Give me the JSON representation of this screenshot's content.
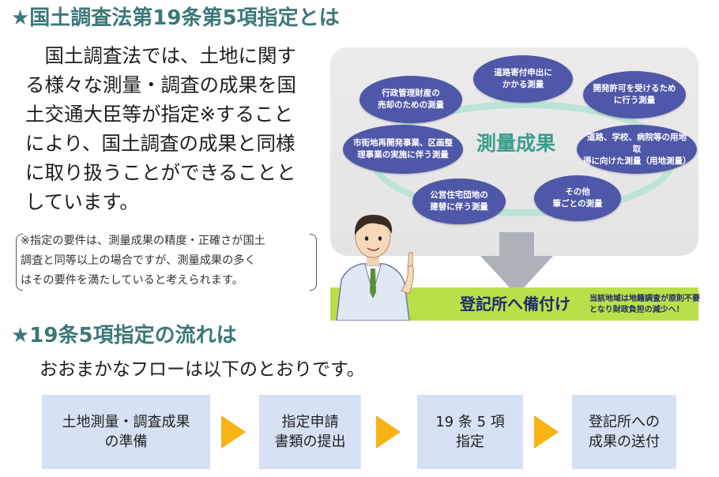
{
  "heading1": "★国土調査法第19条第5項指定とは",
  "intro_lines": [
    "　国土調査法では、土地に関す",
    "る様々な測量・調査の成果を国",
    "土交通大臣等が指定※すること",
    "により、国土調査の成果と同様",
    "に取り扱うことができることと",
    "しています。"
  ],
  "note_lines": [
    "※指定の要件は、測量成果の精度・正確さが国土",
    "調査と同等以上の場合ですが、測量成果の多く",
    "はその要件を満たしていると考えられます。"
  ],
  "heading2": "★19条5項指定の流れは",
  "subtext": "おおまかなフローは以下のとおりです。",
  "illustration": {
    "center": "測量成果",
    "bubbles": [
      "道路寄付申出に\nかかる測量",
      "行政管理財産の\n売却のための測量",
      "開発許可を受けるため\nに行う測量",
      "市街地再開発事業、区画整\n理事業の実施に伴う測量",
      "道路、学校、病院等の用地取\n得に向けた測量（用地測量）",
      "公営住宅団地の\n建替に伴う測量",
      "その他\n筆ごとの測量"
    ],
    "bar_label": "登記所へ備付け",
    "bar_note_lines": [
      "当該地域は地籍調査が原則不要",
      "となり財政負担の減少へ！"
    ]
  },
  "flow": [
    "土地測量・調査成果\nの準備",
    "指定申請\n書類の提出",
    "19 条 5 項\n指定",
    "登記所への\n成果の送付"
  ],
  "colors": {
    "heading": "#3d7878",
    "bubble": "#4f57a8",
    "ring": "#bde3d8",
    "bar": "#b9e048",
    "flow_box": "#d6e2f3",
    "flow_arrow": "#f7b414"
  }
}
